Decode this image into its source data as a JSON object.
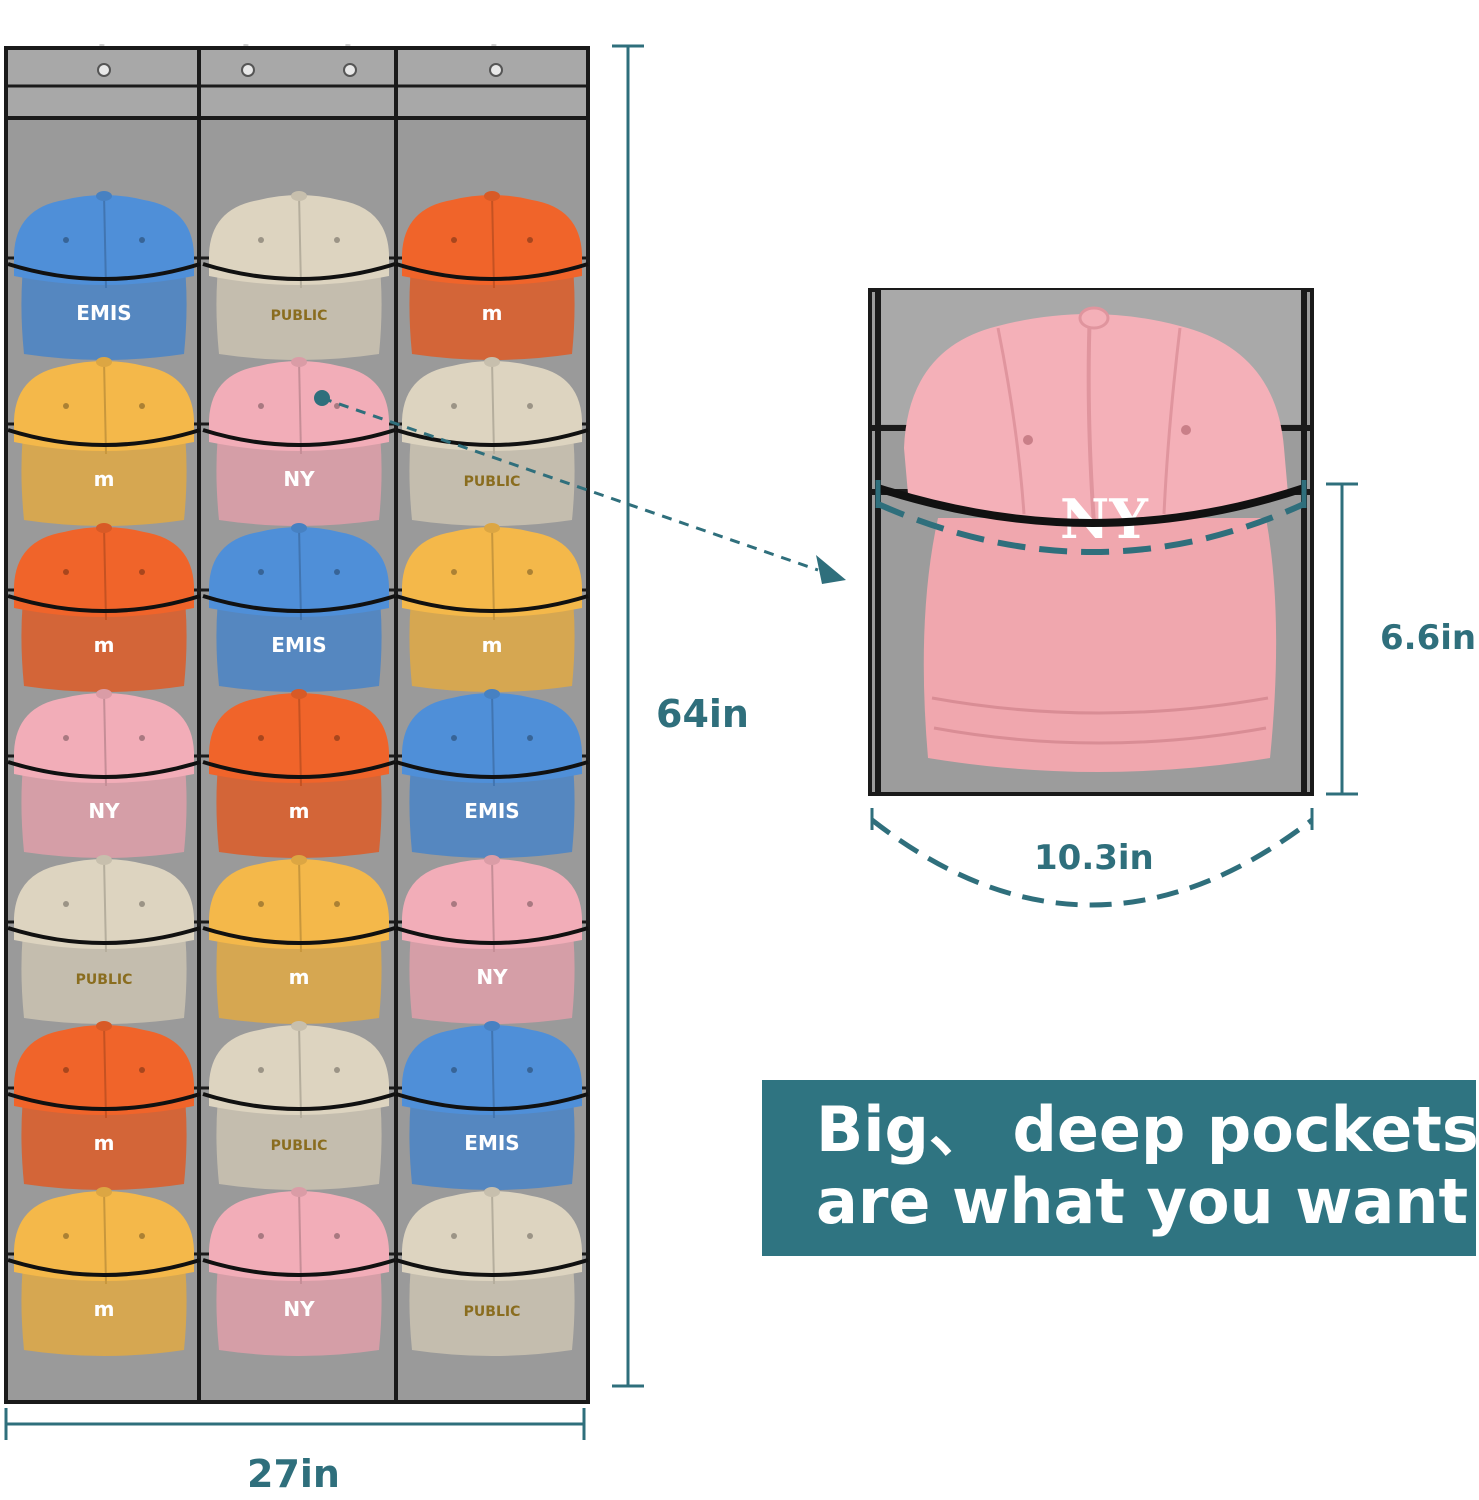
{
  "colors": {
    "accent": "#2f7481",
    "dimension_line": "#2f6f7c",
    "frame": "#1a1a1a",
    "pocket": "#8f8f8f"
  },
  "dimensions": {
    "height": "64in",
    "width": "27in",
    "pocket_height": "6.6in",
    "pocket_width": "10.3in"
  },
  "banner": {
    "line1": "Big、 deep pockets",
    "line2": "are what you want"
  },
  "hats": [
    {
      "row": 1,
      "colors": [
        "#4f8fd8",
        "#ddd4c0",
        "#f0642a"
      ],
      "prints": [
        "EMIS",
        "PUBLIC",
        "m"
      ]
    },
    {
      "row": 2,
      "colors": [
        "#f4b84a",
        "#f2adb8",
        "#ddd4c0"
      ],
      "prints": [
        "m",
        "NY",
        "PUBLIC"
      ]
    },
    {
      "row": 3,
      "colors": [
        "#f0642a",
        "#4f8fd8",
        "#f4b84a"
      ],
      "prints": [
        "m",
        "EMIS",
        "m"
      ]
    },
    {
      "row": 4,
      "colors": [
        "#f2adb8",
        "#f0642a",
        "#4f8fd8"
      ],
      "prints": [
        "NY",
        "m",
        "EMIS"
      ]
    },
    {
      "row": 5,
      "colors": [
        "#ddd4c0",
        "#f4b84a",
        "#f2adb8"
      ],
      "prints": [
        "PUBLIC",
        "m",
        "NY"
      ]
    },
    {
      "row": 6,
      "colors": [
        "#f0642a",
        "#ddd4c0",
        "#4f8fd8"
      ],
      "prints": [
        "m",
        "PUBLIC",
        "EMIS"
      ]
    },
    {
      "row": 7,
      "colors": [
        "#f4b84a",
        "#f2adb8",
        "#ddd4c0"
      ],
      "prints": [
        "m",
        "NY",
        "PUBLIC"
      ]
    }
  ]
}
